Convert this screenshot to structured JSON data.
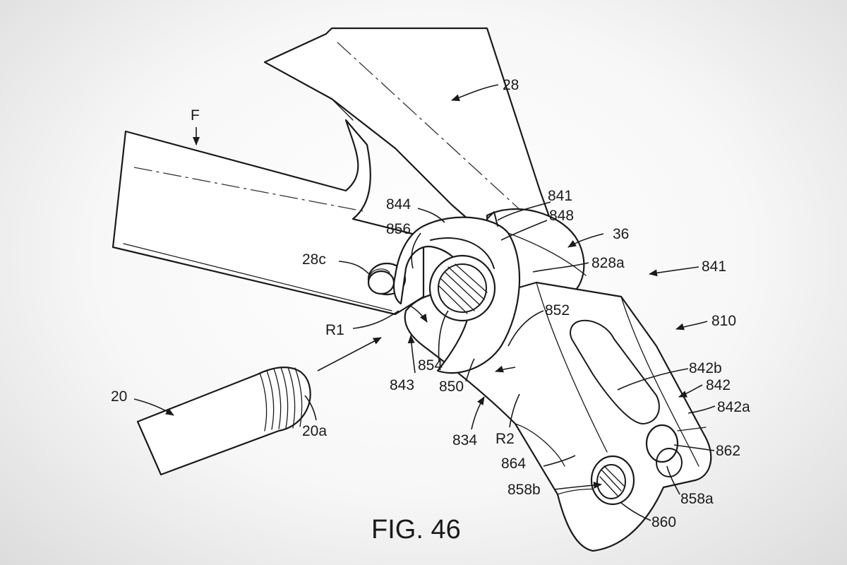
{
  "figure": {
    "caption": "FIG. 46",
    "labels": {
      "l28": "28",
      "lF": "F",
      "l841a": "841",
      "l844": "844",
      "l848": "848",
      "l36": "36",
      "l856": "856",
      "l28c": "28c",
      "l828a": "828a",
      "l841b": "841",
      "l852": "852",
      "l810": "810",
      "lR1": "R1",
      "l854": "854",
      "l843": "843",
      "l850": "850",
      "l842b": "842b",
      "l842": "842",
      "l842a": "842a",
      "l20": "20",
      "l20a": "20a",
      "l834": "834",
      "lR2": "R2",
      "l862": "862",
      "l864": "864",
      "l858b": "858b",
      "l858a": "858a",
      "l860": "860"
    }
  }
}
